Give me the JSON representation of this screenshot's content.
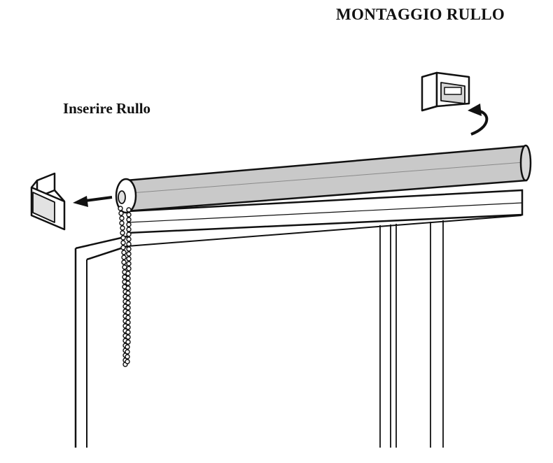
{
  "title": "MONTAGGIO RULLO",
  "step_label": "Inserire Rullo",
  "illustration": {
    "subject": "roller blind mounted above window",
    "parts": [
      "right-bracket-icon",
      "left-bracket-icon",
      "roller-tube",
      "headrail",
      "bead-chain",
      "window-frame"
    ]
  },
  "colors": {
    "roller_fill": "#c9c9c9",
    "line": "#111111",
    "background": "#ffffff"
  }
}
